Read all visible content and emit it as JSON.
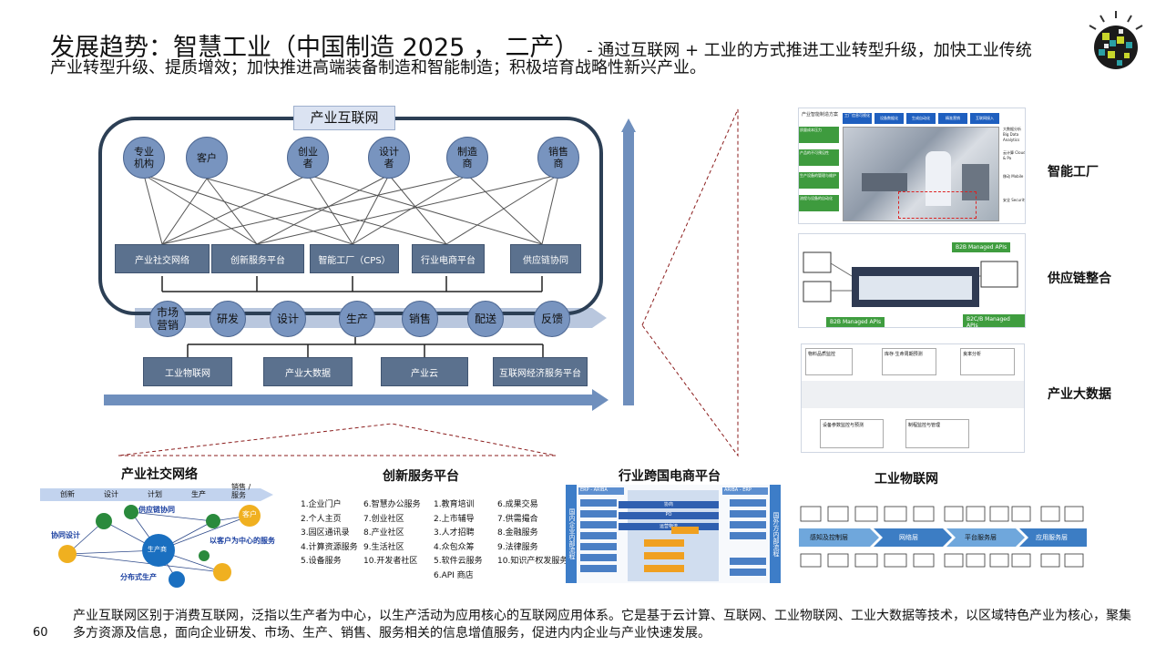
{
  "title": {
    "main": "发展趋势：智慧工业（中国制造 2025 ， 二产）",
    "dash": "- 通过互联网 + 工业的方式推进工业转型升级，加快工业传统",
    "line2": "产业转型升级、提质增效；加快推进高端装备制造和智能制造；积极培育战略性新兴产业。"
  },
  "diagram": {
    "frame_label": "产业互联网",
    "top_nodes": [
      "专业\n机构",
      "客户",
      "创业\n者",
      "设计\n者",
      "制造\n商",
      "销售\n商"
    ],
    "platforms": [
      "产业社交网络",
      "创新服务平台",
      "智能工厂（CPS）",
      "行业电商平台",
      "供应链协同"
    ],
    "activities": [
      "市场\n营销",
      "研发",
      "设计",
      "生产",
      "销售",
      "配送",
      "反馈"
    ],
    "base": [
      "工业物联网",
      "产业大数据",
      "产业云",
      "互联网经济服务平台"
    ]
  },
  "right_panels": {
    "labels": [
      "智能工厂",
      "供应链整合",
      "产业大数据"
    ],
    "factory_tags": [
      "工厂信息可视化",
      "设备数据化",
      "生成自动化",
      "精准营销",
      "互联网接入"
    ],
    "factory_left": [
      "质量成本压力",
      "产品的不可预见性",
      "生产设备的管理与维护",
      "流程与设备的自动化"
    ],
    "factory_right": [
      "大数据分析 Big Data Analytics",
      "云计算 Cloud & Pa",
      "移动 Mobile",
      "安全 Security"
    ],
    "supply_tags": [
      "B2B Managed APIs",
      "B2B Managed APIs",
      "B2C/B Managed APIs"
    ],
    "bigdata_boxes": [
      "物料品质监控",
      "库存·生命周期预测",
      "良率分析",
      "设备参数监控与预测",
      "制程监控与管理"
    ]
  },
  "bottom_sections": {
    "titles": [
      "产业社交网络",
      "创新服务平台",
      "行业跨国电商平台",
      "工业物联网"
    ],
    "social": {
      "steps": [
        "创新",
        "设计",
        "计划",
        "生产",
        "销售 / 服务"
      ],
      "nodes": [
        "客户",
        "生产商",
        "供应链协同",
        "协同设计",
        "以客户为中心的服务",
        "分布式生产"
      ]
    },
    "service_list": [
      [
        "1.企业门户",
        "2.个人主页",
        "3.园区通讯录",
        "4.计算资源服务",
        "5.设备服务"
      ],
      [
        "6.智慧办公服务",
        "7.创业社区",
        "8.产业社区",
        "9.生活社区",
        "10.开发者社区"
      ],
      [
        "1.教育培训",
        "2.上市辅导",
        "3.人才招聘",
        "4.众包众筹",
        "5.软件云服务",
        "6.API 商店"
      ],
      [
        "6.成果交易",
        "7.供需撮合",
        "8.金融服务",
        "9.法律服务",
        "10.知识产权发服务"
      ]
    ],
    "ecommerce": {
      "left_side": "国内企业内部流程",
      "right_side": "国外方内部流程",
      "left_head": "ERP - ARIBA",
      "right_head": "ARIBA - ERP",
      "rows": [
        "协商",
        "PO",
        "运营物流"
      ]
    },
    "iot": {
      "layers": [
        "感知及控制层",
        "网络层",
        "平台服务层",
        "应用服务层"
      ]
    }
  },
  "footer": "产业互联网区别于消费互联网，泛指以生产者为中心，以生产活动为应用核心的互联网应用体系。它是基于云计算、互联网、工业物联网、工业大数据等技术，以区域特色产业为核心，聚集多方资源及信息，面向企业研发、市场、生产、销售、服务相关的信息增值服务，促进内内企业与产业快速发展。",
  "page_number": "60",
  "colors": {
    "node_fill": "#7894bf",
    "platform_fill": "#5b718e",
    "arrow_blue": "#6f8fbd",
    "frame": "#2c3f55"
  }
}
